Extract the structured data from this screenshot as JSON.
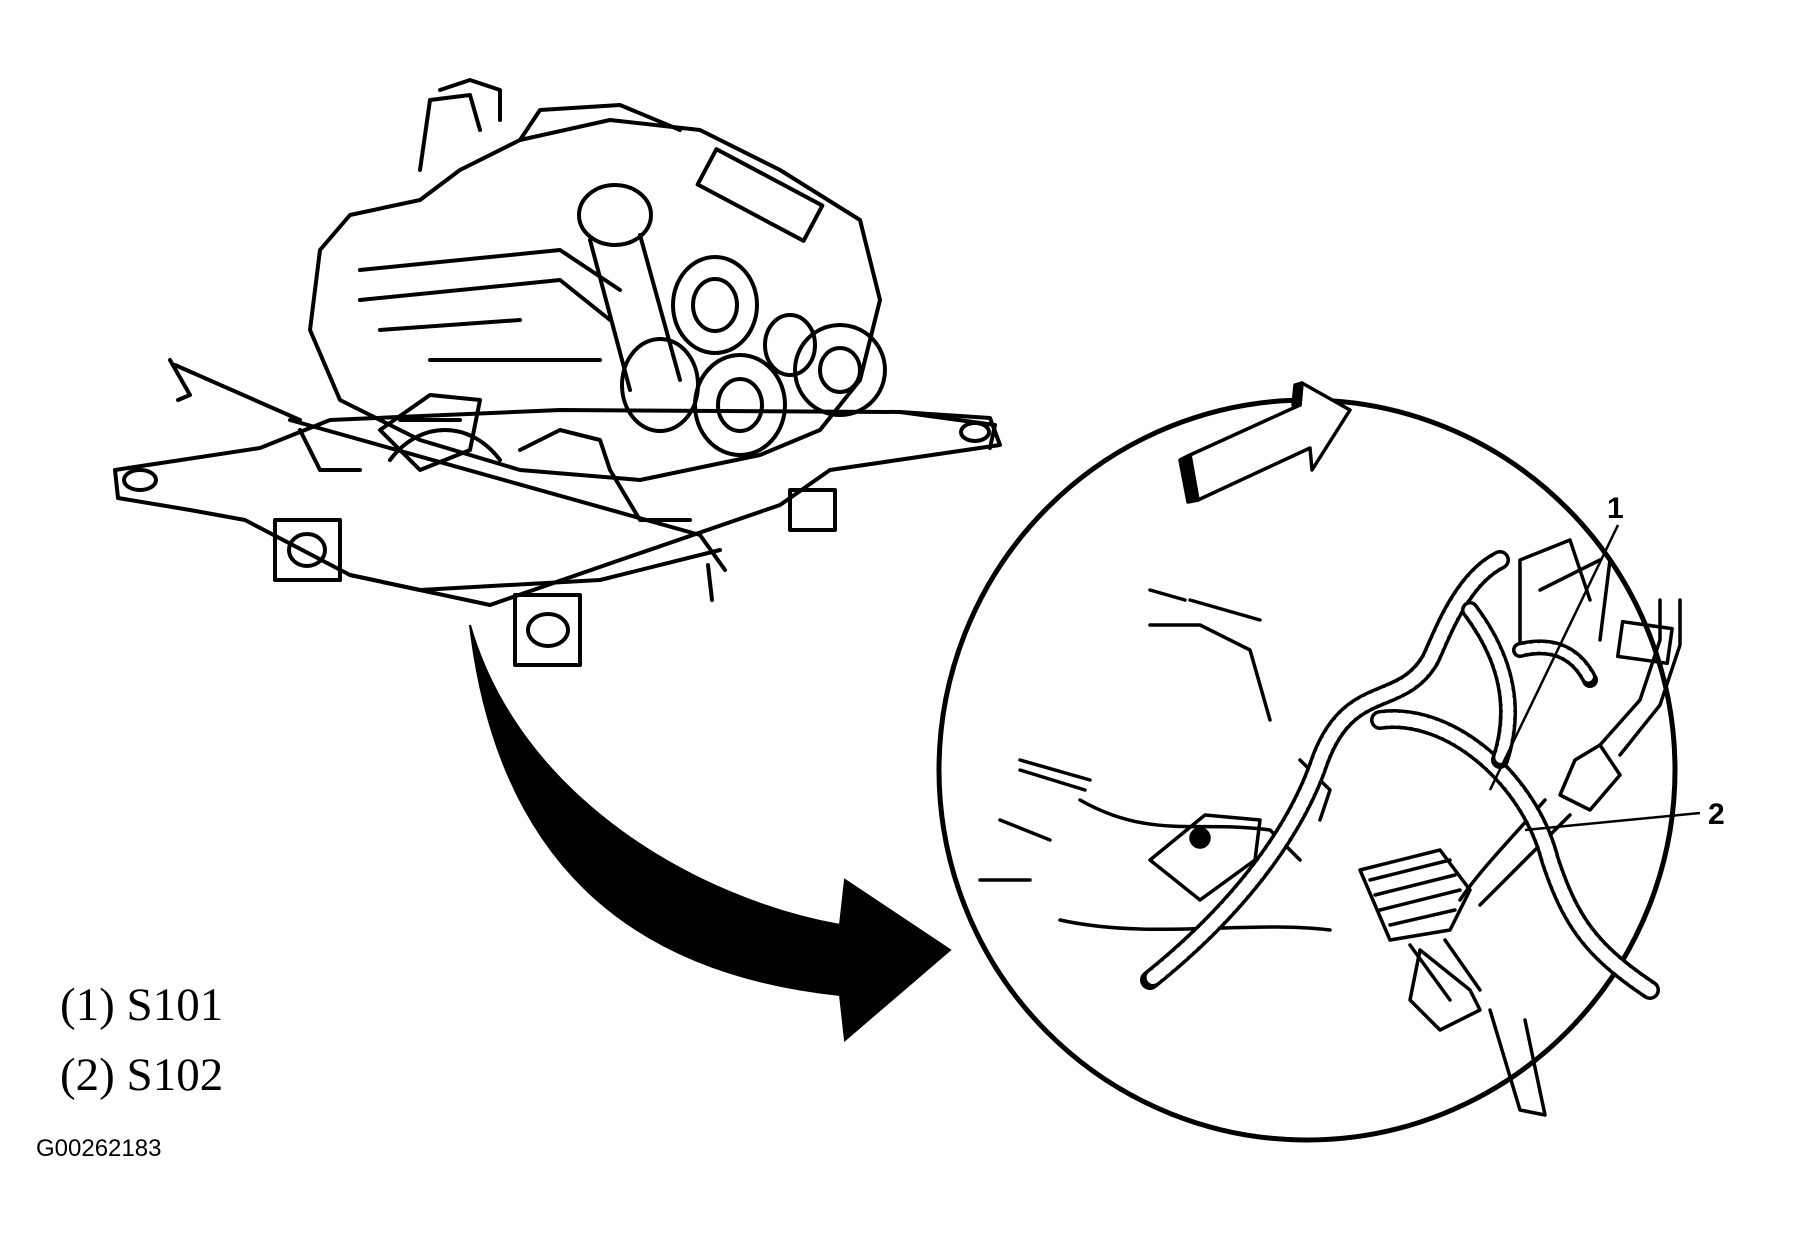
{
  "callouts": [
    {
      "number": "1"
    },
    {
      "number": "2"
    }
  ],
  "legend": [
    {
      "text": "(1) S101"
    },
    {
      "text": "(2) S102"
    }
  ],
  "figure_id": "G00262183",
  "colors": {
    "ink": "#000000",
    "paper": "#ffffff"
  }
}
